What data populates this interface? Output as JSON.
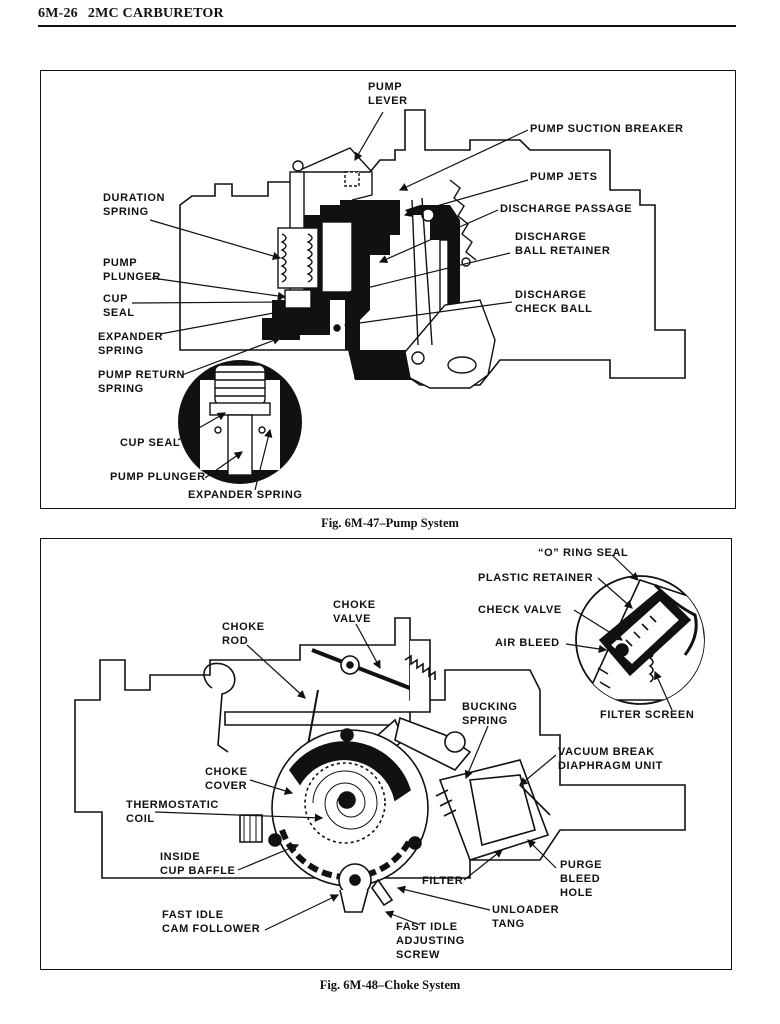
{
  "header": {
    "page_number": "6M-26",
    "section_title": "2MC CARBURETOR"
  },
  "fig47": {
    "caption": "Fig. 6M-47–Pump System",
    "labels": {
      "pump_lever": [
        "PUMP",
        "LEVER"
      ],
      "pump_suction_breaker": [
        "PUMP SUCTION BREAKER"
      ],
      "duration_spring": [
        "DURATION",
        "SPRING"
      ],
      "pump_jets": [
        "PUMP JETS"
      ],
      "discharge_passage": [
        "DISCHARGE PASSAGE"
      ],
      "discharge_ball_retainer": [
        "DISCHARGE",
        "BALL RETAINER"
      ],
      "pump_plunger": [
        "PUMP",
        "PLUNGER"
      ],
      "cup_seal": [
        "CUP",
        "SEAL"
      ],
      "discharge_check_ball": [
        "DISCHARGE",
        "CHECK BALL"
      ],
      "expander_spring": [
        "EXPANDER",
        "SPRING"
      ],
      "pump_return_spring": [
        "PUMP RETURN",
        "SPRING"
      ],
      "inset_cup_seal": [
        "CUP SEAL"
      ],
      "inset_pump_plunger": [
        "PUMP PLUNGER"
      ],
      "inset_expander_spring": [
        "EXPANDER SPRING"
      ]
    }
  },
  "fig48": {
    "caption": "Fig. 6M-48–Choke System",
    "labels": {
      "o_ring_seal": [
        "“O” RING SEAL"
      ],
      "plastic_retainer": [
        "PLASTIC RETAINER"
      ],
      "choke_valve": [
        "CHOKE",
        "VALVE"
      ],
      "check_valve": [
        "CHECK VALVE"
      ],
      "choke_rod": [
        "CHOKE",
        "ROD"
      ],
      "air_bleed": [
        "AIR BLEED"
      ],
      "filter_screen": [
        "FILTER SCREEN"
      ],
      "bucking_spring": [
        "BUCKING",
        "SPRING"
      ],
      "vacuum_break": [
        "VACUUM BREAK",
        "DIAPHRAGM UNIT"
      ],
      "choke_cover": [
        "CHOKE",
        "COVER"
      ],
      "thermostatic_coil": [
        "THERMOSTATIC",
        "COIL"
      ],
      "inside_cup_baffle": [
        "INSIDE",
        "CUP BAFFLE"
      ],
      "purge_bleed_hole": [
        "PURGE",
        "BLEED",
        "HOLE"
      ],
      "filter": [
        "FILTER"
      ],
      "unloader_tang": [
        "UNLOADER",
        "TANG"
      ],
      "fast_idle_cam_follower": [
        "FAST IDLE",
        "CAM FOLLOWER"
      ],
      "fast_idle_adjusting_screw": [
        "FAST IDLE",
        "ADJUSTING",
        "SCREW"
      ]
    }
  }
}
